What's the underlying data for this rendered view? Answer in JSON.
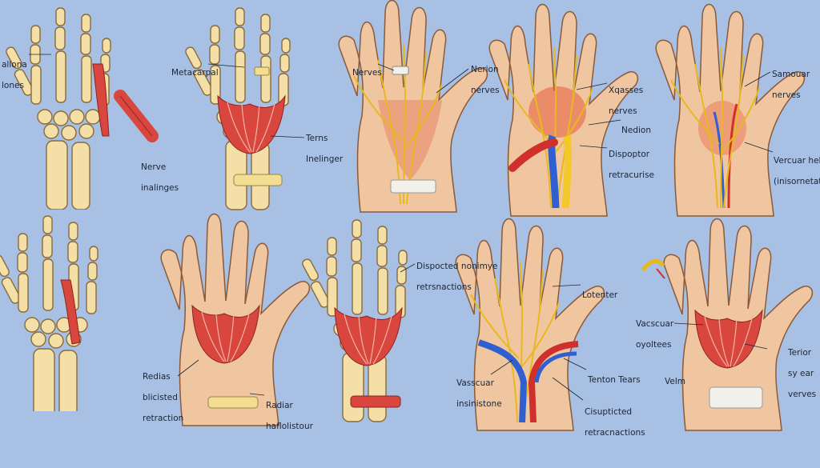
{
  "colors": {
    "background": "#a7c0e3",
    "skin": "#f0c6a0",
    "bone": "#f4dfa6",
    "muscle": "#d9463e",
    "nerve": "#f2c82a",
    "vein": "#2f5fd0",
    "artery": "#d0302c",
    "bandage": "#f2f0ea"
  },
  "labels": {
    "p1_a1": "allona",
    "p1_a2": "lones",
    "p1_b1": "Nerve",
    "p1_b2": "inalinges",
    "p2_a1": "Metacarpal",
    "p2_b1": "Terns",
    "p2_b2": "Inelinger",
    "p3_a1": "Nerves",
    "p3_b1": "Nerion",
    "p3_b2": "nerves",
    "p4_a1": "Xqasses",
    "p4_a2": "nerves",
    "p4_b1": "Nedion",
    "p4_c1": "Dispoptor",
    "p4_c2": "retracurise",
    "p5_a1": "Samouar",
    "p5_a2": "nerves",
    "p5_b1": "Vercuar hela",
    "p5_b2": "(inisornetation",
    "p6_a1": "Redias",
    "p6_a2": "blicisted",
    "p6_a3": "retraction",
    "p6_b1": "Radiar",
    "p6_b2": "haflolistour",
    "p8_a1": "Dispocted nonimye",
    "p8_a2": "retrsnactions",
    "p9_a1": "Lotenter",
    "p9_b1": "Vasscuar",
    "p9_b2": "insinistone",
    "p9_c1": "Tenton Tears",
    "p9_d1": "Cisupticted",
    "p9_d2": "retracnactions",
    "p10_a1": "Vacscuar",
    "p10_a2": "oyoltees",
    "p10_b1": "Velm",
    "p10_c1": "Terior",
    "p10_c2": "sy ear",
    "p10_c3": "verves"
  }
}
